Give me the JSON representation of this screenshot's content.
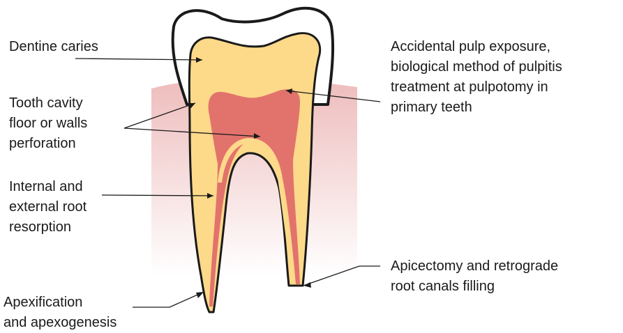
{
  "labels": {
    "dentine_caries": [
      "Dentine caries"
    ],
    "cavity_perforation": [
      "Tooth cavity",
      "floor or walls",
      "perforation"
    ],
    "root_resorption": [
      "Internal and",
      "external root",
      "resorption"
    ],
    "apexification": [
      "Apexification",
      "and apexogenesis"
    ],
    "pulp_exposure": [
      "Accidental pulp exposure,",
      "biological method of pulpitis",
      "treatment at pulpotomy in",
      "primary teeth"
    ],
    "apicectomy": [
      "Apicectomy and retrograde",
      "root canals filling"
    ]
  },
  "colors": {
    "enamel": "#ffffff",
    "dentine": "#fdd98a",
    "pulp": "#e2736c",
    "gum_top": "#eebcbc",
    "gum_bottom": "#ffffff",
    "outline": "#1a1a1a"
  }
}
